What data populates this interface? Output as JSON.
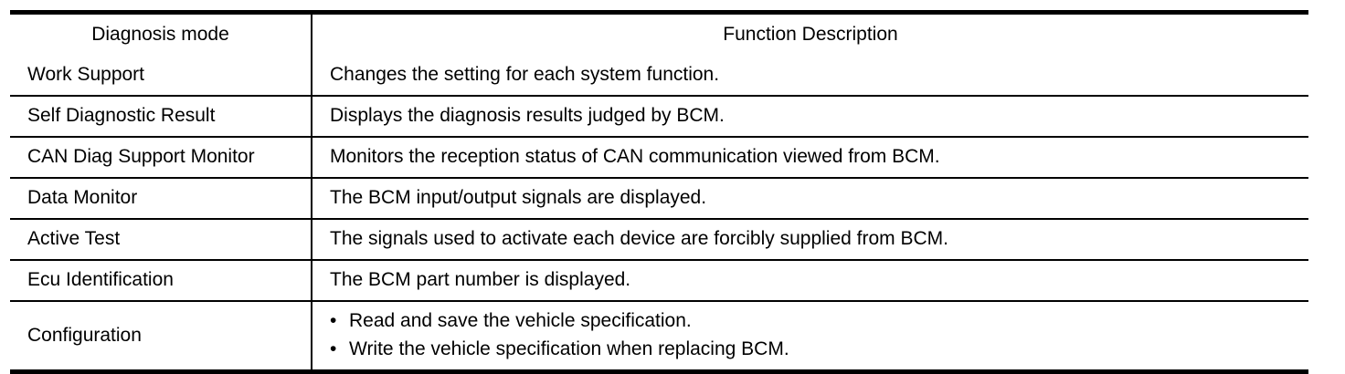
{
  "table": {
    "columns": [
      {
        "key": "diagnosis_mode",
        "header": "Diagnosis mode"
      },
      {
        "key": "function_description",
        "header": "Function Description"
      }
    ],
    "rows": [
      {
        "mode": "Work Support",
        "description": "Changes the setting for each system function."
      },
      {
        "mode": "Self Diagnostic Result",
        "description": "Displays the diagnosis results judged by BCM."
      },
      {
        "mode": "CAN Diag Support Monitor",
        "description": "Monitors the reception status of CAN communication viewed from BCM."
      },
      {
        "mode": "Data Monitor",
        "description": "The BCM input/output signals are displayed."
      },
      {
        "mode": "Active Test",
        "description": "The signals used to activate each device are forcibly supplied from BCM."
      },
      {
        "mode": "Ecu Identification",
        "description": "The BCM part number is displayed."
      },
      {
        "mode": "Configuration",
        "bullets": [
          "Read and save the vehicle specification.",
          "Write the vehicle specification when replacing BCM."
        ],
        "bullet_glyph": "•"
      }
    ]
  },
  "style": {
    "text_color": "#000000",
    "background_color": "#ffffff",
    "rule_color": "#000000"
  }
}
